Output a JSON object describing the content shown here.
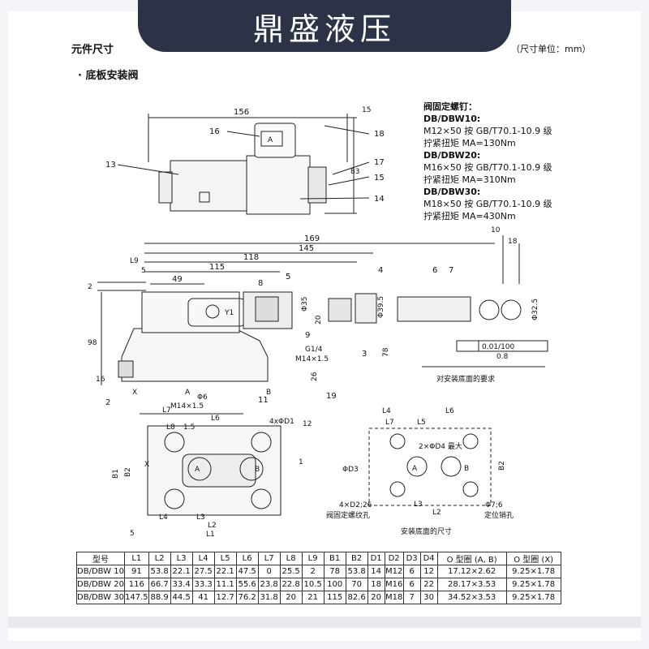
{
  "banner": {
    "title": "鼎盛液压"
  },
  "header": {
    "section_title": "元件尺寸",
    "unit_note": "（尺寸单位：mm）",
    "subtitle": "· 底板安装阀"
  },
  "notes": {
    "title": "阀固定螺钉：",
    "lines": [
      {
        "model": "DB/DBW10:",
        "spec": "M12×50 按 GB/T70.1-10.9 级",
        "torque": "拧紧扭矩 MA=130Nm"
      },
      {
        "model": "DB/DBW20:",
        "spec": "M16×50 按 GB/T70.1-10.9 级",
        "torque": "拧紧扭矩 MA=310Nm"
      },
      {
        "model": "DB/DBW30:",
        "spec": "M18×50 按 GB/T70.1-10.9 级",
        "torque": "拧紧扭矩 MA=430Nm"
      }
    ]
  },
  "drawing": {
    "top_dims": {
      "d156": "156",
      "d15": "15",
      "d83": "83"
    },
    "top_labels": {
      "n16": "16",
      "n18": "18",
      "n13": "13",
      "n17": "17",
      "n15": "15",
      "n14": "14",
      "a": "A"
    },
    "side_dims": {
      "d169": "169",
      "d145": "145",
      "d118": "118",
      "d115": "115",
      "d49": "49",
      "L9": "L9",
      "d5": "5",
      "d2": "2",
      "d98": "98",
      "d16": "16",
      "d20": "20",
      "d26": "26",
      "d78": "78",
      "phi35": "Φ35",
      "phi395": "Φ39.5",
      "phi325": "Φ32.5",
      "phi6": "Φ6",
      "d10": "10",
      "d18": "18"
    },
    "side_labels": {
      "n8": "8",
      "n5": "5",
      "n4": "4",
      "n6": "6",
      "n7": "7",
      "n9": "9",
      "n3": "3",
      "n19": "19",
      "n11": "11",
      "n2": "2",
      "y1": "Y1",
      "x": "X",
      "a": "A",
      "b": "B",
      "g14": "G1/4",
      "m14a": "M14×1.5",
      "m14b": "M14×1.5"
    },
    "tolerance": {
      "flatness": "0.01/100",
      "rough": "0.8",
      "caption": "对安装底面的要求"
    },
    "plan_dims": {
      "L7": "L7",
      "L8": "L8",
      "L6": "L6",
      "d15": "1.5",
      "B1": "B1",
      "B2": "B2",
      "L4": "L4",
      "L3": "L3",
      "L2": "L2",
      "L1": "L1",
      "d5": "5",
      "d4xD1": "4xΦD1",
      "n12": "12",
      "n1": "1",
      "x": "X",
      "a": "A",
      "b": "B"
    },
    "base_dims": {
      "L4": "L4",
      "L6": "L6",
      "L7": "L7",
      "L5": "L5",
      "d2xD4": "2×ΦD4 最大",
      "D3": "ΦD3",
      "B2": "B2",
      "L3": "L3",
      "L2": "L2",
      "d4xD2": "4×D2;26",
      "phi76": "Φ7;6",
      "fix_hole": "阀固定螺纹孔",
      "locate_pin": "定位销孔",
      "caption": "安装底面的尺寸",
      "a": "A",
      "b": "B"
    }
  },
  "table": {
    "headers": [
      "型号",
      "L1",
      "L2",
      "L3",
      "L4",
      "L5",
      "L6",
      "L7",
      "L8",
      "L9",
      "B1",
      "B2",
      "D1",
      "D2",
      "D3",
      "D4",
      "O 型圈 (A, B)",
      "O 型圈 (X)"
    ],
    "rows": [
      [
        "DB/DBW 10",
        "91",
        "53.8",
        "22.1",
        "27.5",
        "22.1",
        "47.5",
        "0",
        "25.5",
        "2",
        "78",
        "53.8",
        "14",
        "M12",
        "6",
        "12",
        "17.12×2.62",
        "9.25×1.78"
      ],
      [
        "DB/DBW 20",
        "116",
        "66.7",
        "33.4",
        "33.3",
        "11.1",
        "55.6",
        "23.8",
        "22.8",
        "10.5",
        "100",
        "70",
        "18",
        "M16",
        "6",
        "22",
        "28.17×3.53",
        "9.25×1.78"
      ],
      [
        "DB/DBW 30",
        "147.5",
        "88.9",
        "44.5",
        "41",
        "12.7",
        "76.2",
        "31.8",
        "20",
        "21",
        "115",
        "82.6",
        "20",
        "M18",
        "7",
        "30",
        "34.52×3.53",
        "9.25×1.78"
      ]
    ]
  }
}
